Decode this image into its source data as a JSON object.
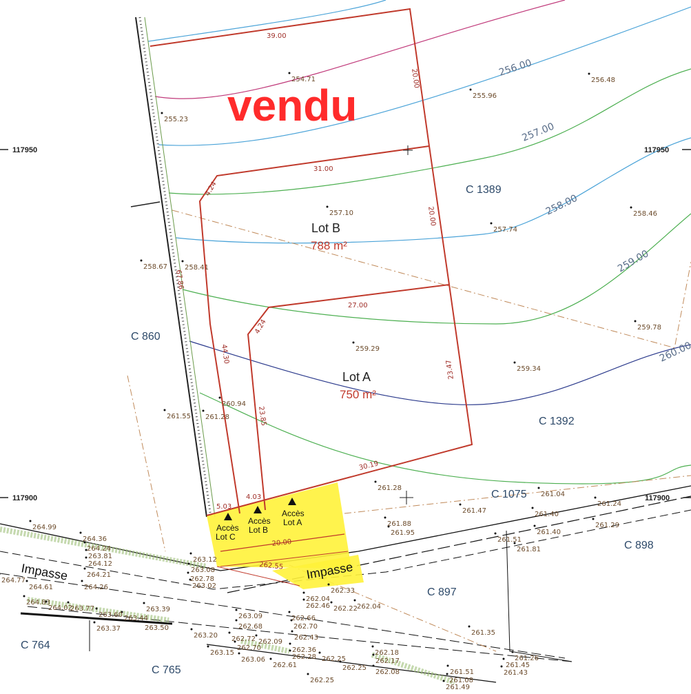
{
  "sold_stamp": "vendu",
  "lots": [
    {
      "name": "Lot B",
      "area": "788 m²"
    },
    {
      "name": "Lot A",
      "area": "750 m²"
    }
  ],
  "parcels": [
    "C 1389",
    "C 860",
    "C 1392",
    "C 1075",
    "C 898",
    "C 897",
    "C 764",
    "C 765"
  ],
  "coordinates": [
    "117950",
    "117950",
    "117900",
    "117900"
  ],
  "street_name": "Impasse",
  "access_labels": [
    [
      "Accès",
      "Lot C"
    ],
    [
      "Accès",
      "Lot B"
    ],
    [
      "Accès",
      "Lot A"
    ]
  ],
  "contour_labels": [
    "256.00",
    "257.00",
    "258.00",
    "259.00",
    "260.00"
  ],
  "dimensions": [
    "39.00",
    "20.00",
    "31.00",
    "4.24",
    "20.00",
    "27.00",
    "4.24",
    "44.30",
    "23.47",
    "23.85",
    "30.19",
    "5.03",
    "4.03",
    "20.00",
    "262.55",
    "67.86"
  ],
  "spot_heights": [
    "254.71",
    "255.23",
    "255.96",
    "256.48",
    "257.10",
    "257.74",
    "258.46",
    "258.67",
    "258.41",
    "259.29",
    "259.34",
    "259.78",
    "260.94",
    "261.55",
    "261.28",
    "261.28",
    "261.88",
    "261.95",
    "261.47",
    "261.04",
    "261.24",
    "261.40",
    "261.40",
    "261.29",
    "261.51",
    "261.81",
    "264.99",
    "264.36",
    "264.24",
    "263.81",
    "264.12",
    "264.21",
    "264.26",
    "264.77",
    "264.61",
    "264.83",
    "264.02",
    "263.77",
    "263.60",
    "263.44",
    "263.39",
    "263.50",
    "263.37",
    "263.12",
    "263.08",
    "262.78",
    "263.02",
    "262.33",
    "262.04",
    "262.46",
    "262.22",
    "262.04",
    "262.66",
    "262.70",
    "263.09",
    "262.68",
    "262.43",
    "263.20",
    "263.15",
    "262.72",
    "262.70",
    "262.09",
    "262.36",
    "262.28",
    "263.06",
    "262.61",
    "262.25",
    "262.25",
    "262.25",
    "262.18",
    "262.17",
    "262.08",
    "261.35",
    "261.26",
    "261.45",
    "261.43",
    "261.51",
    "261.08",
    "261.49"
  ],
  "colors": {
    "lot_boundary": "#c0392b",
    "access_zone": "#fff23a",
    "contour_blue": "#4aa3d8",
    "contour_green": "#4caf50",
    "contour_magenta": "#c0397a",
    "contour_dark": "#2b3a8c",
    "dim_text": "#a0302a",
    "spot_text": "#6b4a2a",
    "sold_text": "#ff2b2b"
  }
}
